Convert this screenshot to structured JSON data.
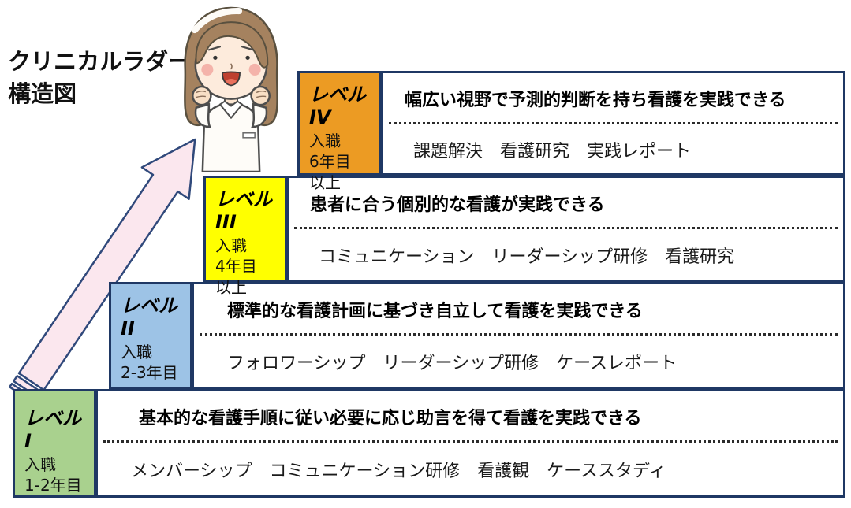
{
  "title": {
    "line1": "クリニカルラダー",
    "line2": "構造図"
  },
  "colors": {
    "box_border_navy": "#1F3864",
    "arrow_fill_pink": "#FBE7EE",
    "arrow_stroke": "#30497B",
    "level4_orange": "#EC9B23",
    "level3_yellow": "#FFFF00",
    "level2_blue": "#9DC3E6",
    "level1_green": "#A9D18E"
  },
  "illustration": {
    "name": "nurse-cheering-illustration"
  },
  "levels": [
    {
      "id": "IV",
      "label_title": "レベルIV",
      "entry_line1": "入職",
      "entry_line2": "6年目",
      "entry_line3": "以上",
      "color": "#EC9B23",
      "description": "幅広い視野で予測的判断を持ち看護を実践できる",
      "trainings": "課題解決　看護研究　実践レポート"
    },
    {
      "id": "III",
      "label_title": "レベルIII",
      "entry_line1": "入職",
      "entry_line2": "4年目",
      "entry_line3": "以上",
      "color": "#FFFF00",
      "description": "患者に合う個別的な看護が実践できる",
      "trainings": "コミュニケーション　リーダーシップ研修　看護研究"
    },
    {
      "id": "II",
      "label_title": "レベルII",
      "entry_line1": "入職",
      "entry_line2": "2-3年目",
      "color": "#9DC3E6",
      "description": "標準的な看護計画に基づき自立して看護を実践できる",
      "trainings": "フォロワーシップ　リーダーシップ研修　ケースレポート"
    },
    {
      "id": "I",
      "label_title": "レベル I",
      "entry_line1": "入職",
      "entry_line2": "1-2年目",
      "color": "#A9D18E",
      "description": "基本的な看護手順に従い必要に応じ助言を得て看護を実践できる",
      "trainings": "メンバーシップ　コミュニケーション研修　看護観　ケーススタディ"
    }
  ]
}
